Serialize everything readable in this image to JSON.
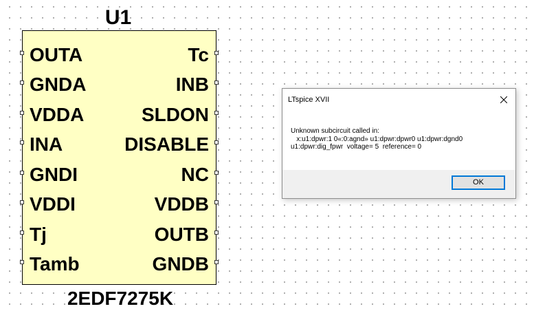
{
  "schematic": {
    "refdes": "U1",
    "part_name": "2EDF7275K",
    "symbol_fill": "#ffffc4",
    "left_pins": [
      "OUTA",
      "GNDA",
      "VDDA",
      "INA",
      "GNDI",
      "VDDI",
      "Tj",
      "Tamb"
    ],
    "right_pins": [
      "Tc",
      "INB",
      "SLDON",
      "DISABLE",
      "NC",
      "VDDB",
      "OUTB",
      "GNDB"
    ]
  },
  "dialog": {
    "title": "LTspice XVII",
    "close_icon": "close-icon",
    "message_lines": [
      "Unknown subcircuit called in:",
      "   x:u1:dpwr:1 0«:0:agnd» u1:dpwr:dpwr0 u1:dpwr:dgnd0",
      "u1:dpwr:dig_fpwr  voltage= 5  reference= 0"
    ],
    "ok_label": "OK",
    "accent": "#0078d7"
  }
}
